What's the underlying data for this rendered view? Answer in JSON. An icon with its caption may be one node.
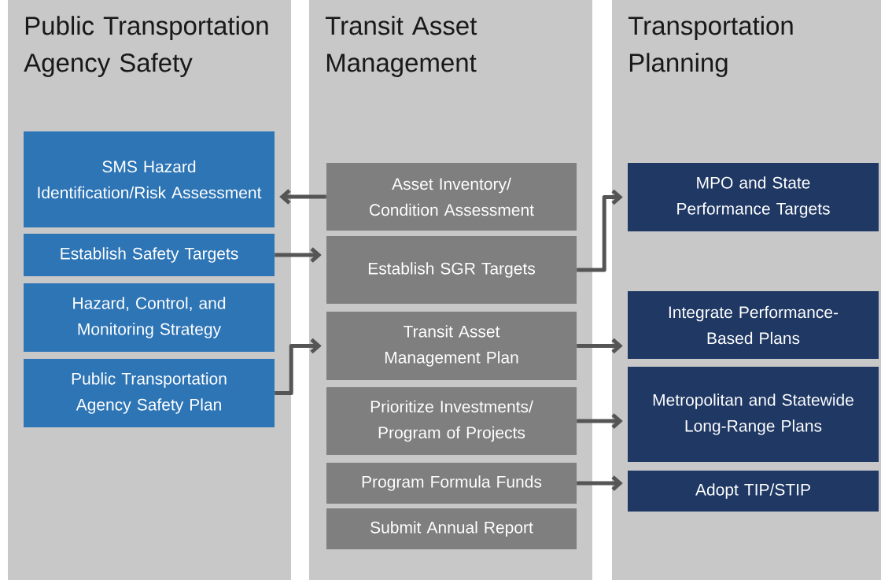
{
  "diagram": {
    "nodes": [
      {
        "text": [
          "Public Transportation Agency Safety"
        ]
      },
      {
        "text": [
          "SMS Hazard Identification/Risk Assessment"
        ],
        "in": 0
      },
      {
        "text": [
          "Establish Safety Targets"
        ],
        "in": 0
      },
      {
        "text": [
          "Hazard, Control, and Monitoring Strategy"
        ],
        "in": 0
      },
      {
        "text": [
          "Public Transportation Agency Safety Plan"
        ],
        "in": 0
      },
      {
        "text": [
          "Transit Asset Management"
        ]
      },
      {
        "text": [
          "Asset Inventory/ Condition Assessment"
        ],
        "in": 5
      },
      {
        "text": [
          "Establish SGR Targets"
        ],
        "in": 5
      },
      {
        "text": [
          "Transit Asset Management Plan"
        ],
        "in": 5
      },
      {
        "text": [
          "Prioritize Investments/ Program of Projects"
        ],
        "in": 5
      },
      {
        "text": [
          "Program Formula Funds"
        ],
        "in": 5
      },
      {
        "text": [
          "Submit Annual Report"
        ],
        "in": 5
      },
      {
        "text": [
          "Transportation Planning"
        ]
      },
      {
        "text": [
          "MPO and State Performance Targets"
        ],
        "in": 12
      },
      {
        "text": [
          "Integrate Performance-Based Plans"
        ],
        "in": 12
      },
      {
        "text": [
          "Metropolitan and Statewide Long-Range Plans"
        ],
        "in": 12
      },
      {
        "text": [
          "Adopt TIP/STIP"
        ],
        "in": 12
      }
    ],
    "edges": [
      {
        "from": 6,
        "to": 1,
        "arrow": "to"
      },
      {
        "from": 2,
        "to": 7,
        "arrow": "to"
      },
      {
        "from": 4,
        "to": 8,
        "arrow": "to"
      },
      {
        "from": 7,
        "to": 13,
        "arrow": "to"
      },
      {
        "from": 8,
        "to": 14,
        "arrow": "to"
      },
      {
        "from": 9,
        "to": 15,
        "arrow": "to"
      },
      {
        "from": 10,
        "to": 16,
        "arrow": "to"
      }
    ]
  }
}
